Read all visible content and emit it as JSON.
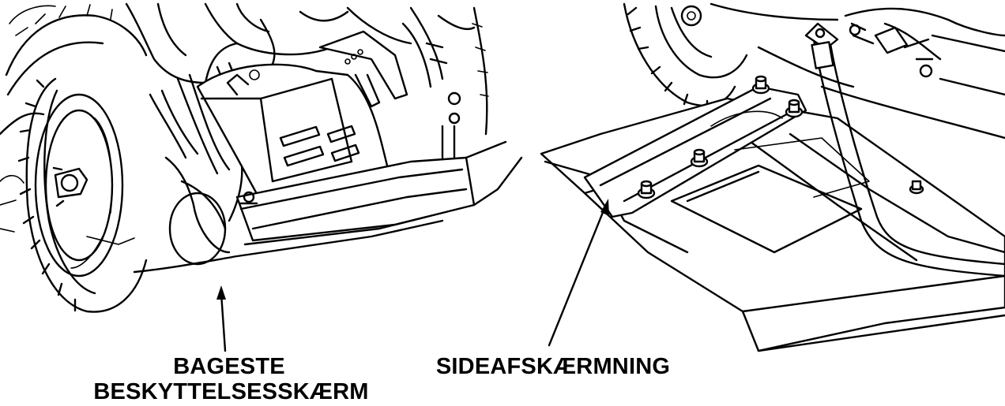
{
  "labels": {
    "rear_guard_line1": "BAGESTE",
    "rear_guard_line2": "BESKYTTELSESSKÆRM",
    "side_guard": "SIDEAFSKÆRMNING"
  }
}
